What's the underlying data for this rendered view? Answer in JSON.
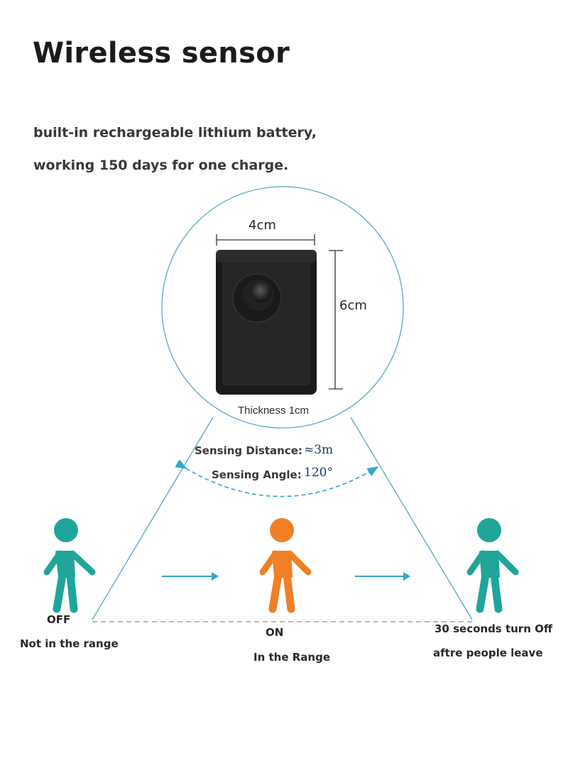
{
  "title": "Wireless sensor",
  "subtitle_lines": [
    "built-in rechargeable lithium battery,",
    "working 150 days for one charge."
  ],
  "dimensions": {
    "width": "4cm",
    "height": "6cm",
    "thickness": "Thickness 1cm"
  },
  "specs": {
    "distance_label": "Sensing Distance:",
    "distance_value": "≈3m",
    "angle_label": "Sensing Angle:",
    "angle_value": "120°"
  },
  "states": {
    "off_label": "OFF",
    "off_desc": "Not in the range",
    "on_label": "ON",
    "on_desc": "In the Range",
    "leave_label": "30 seconds turn Off",
    "leave_desc": "aftre people leave"
  },
  "colors": {
    "teal": "#1fa59a",
    "orange": "#f07f25",
    "line_blue": "#4aa6c6",
    "sensor_body": "#1e1e1e"
  },
  "icons": [
    "person-icon",
    "arrow-right-icon"
  ]
}
